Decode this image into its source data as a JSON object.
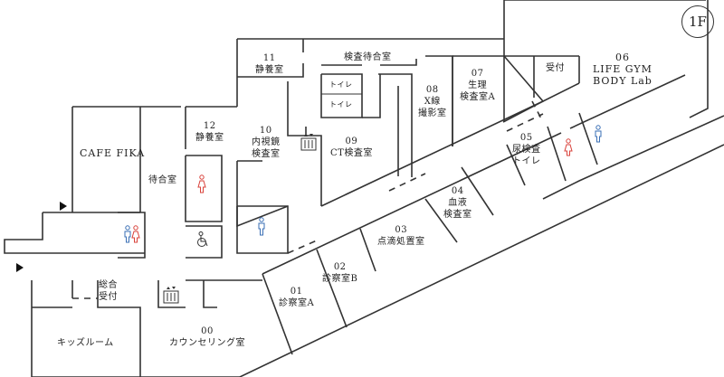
{
  "floor": "1F",
  "rooms": {
    "r11": {
      "num": "11",
      "name": "静養室"
    },
    "waiting_exam": {
      "name": "検査待合室"
    },
    "r07": {
      "num": "07",
      "name1": "生理",
      "name2": "検査室A"
    },
    "reception_gym": {
      "name": "受付"
    },
    "r06": {
      "num": "06",
      "name1": "LIFE GYM",
      "name2": "BODY Lab"
    },
    "toilet1": {
      "name": "トイレ"
    },
    "toilet2": {
      "name": "トイレ"
    },
    "r08": {
      "num": "08",
      "name1": "X線",
      "name2": "撮影室"
    },
    "r12": {
      "num": "12",
      "name": "静養室"
    },
    "r10": {
      "num": "10",
      "name1": "内視鏡",
      "name2": "検査室"
    },
    "r09": {
      "num": "09",
      "name": "CT検査室"
    },
    "cafe": {
      "name": "CAFE FIKA"
    },
    "waiting": {
      "name": "待合室"
    },
    "r05": {
      "num": "05",
      "name1": "尿検査",
      "name2": "トイレ"
    },
    "r04": {
      "num": "04",
      "name1": "血液",
      "name2": "検査室"
    },
    "r03": {
      "num": "03",
      "name": "点滴処置室"
    },
    "r02": {
      "num": "02",
      "name": "診察室B"
    },
    "r01": {
      "num": "01",
      "name": "診察室A"
    },
    "general_reception": {
      "name1": "総合",
      "name2": "受付"
    },
    "kids": {
      "name": "キッズルーム"
    },
    "r00": {
      "num": "00",
      "name": "カウンセリング室"
    }
  },
  "icons": [
    "elevator-icon",
    "elevator-icon",
    "toilet-male-icon",
    "toilet-female-icon",
    "wheelchair-icon",
    "entrance-arrow-icon"
  ],
  "colors": {
    "male": "#3a6fb5",
    "female": "#d9413a",
    "line": "#333333"
  }
}
